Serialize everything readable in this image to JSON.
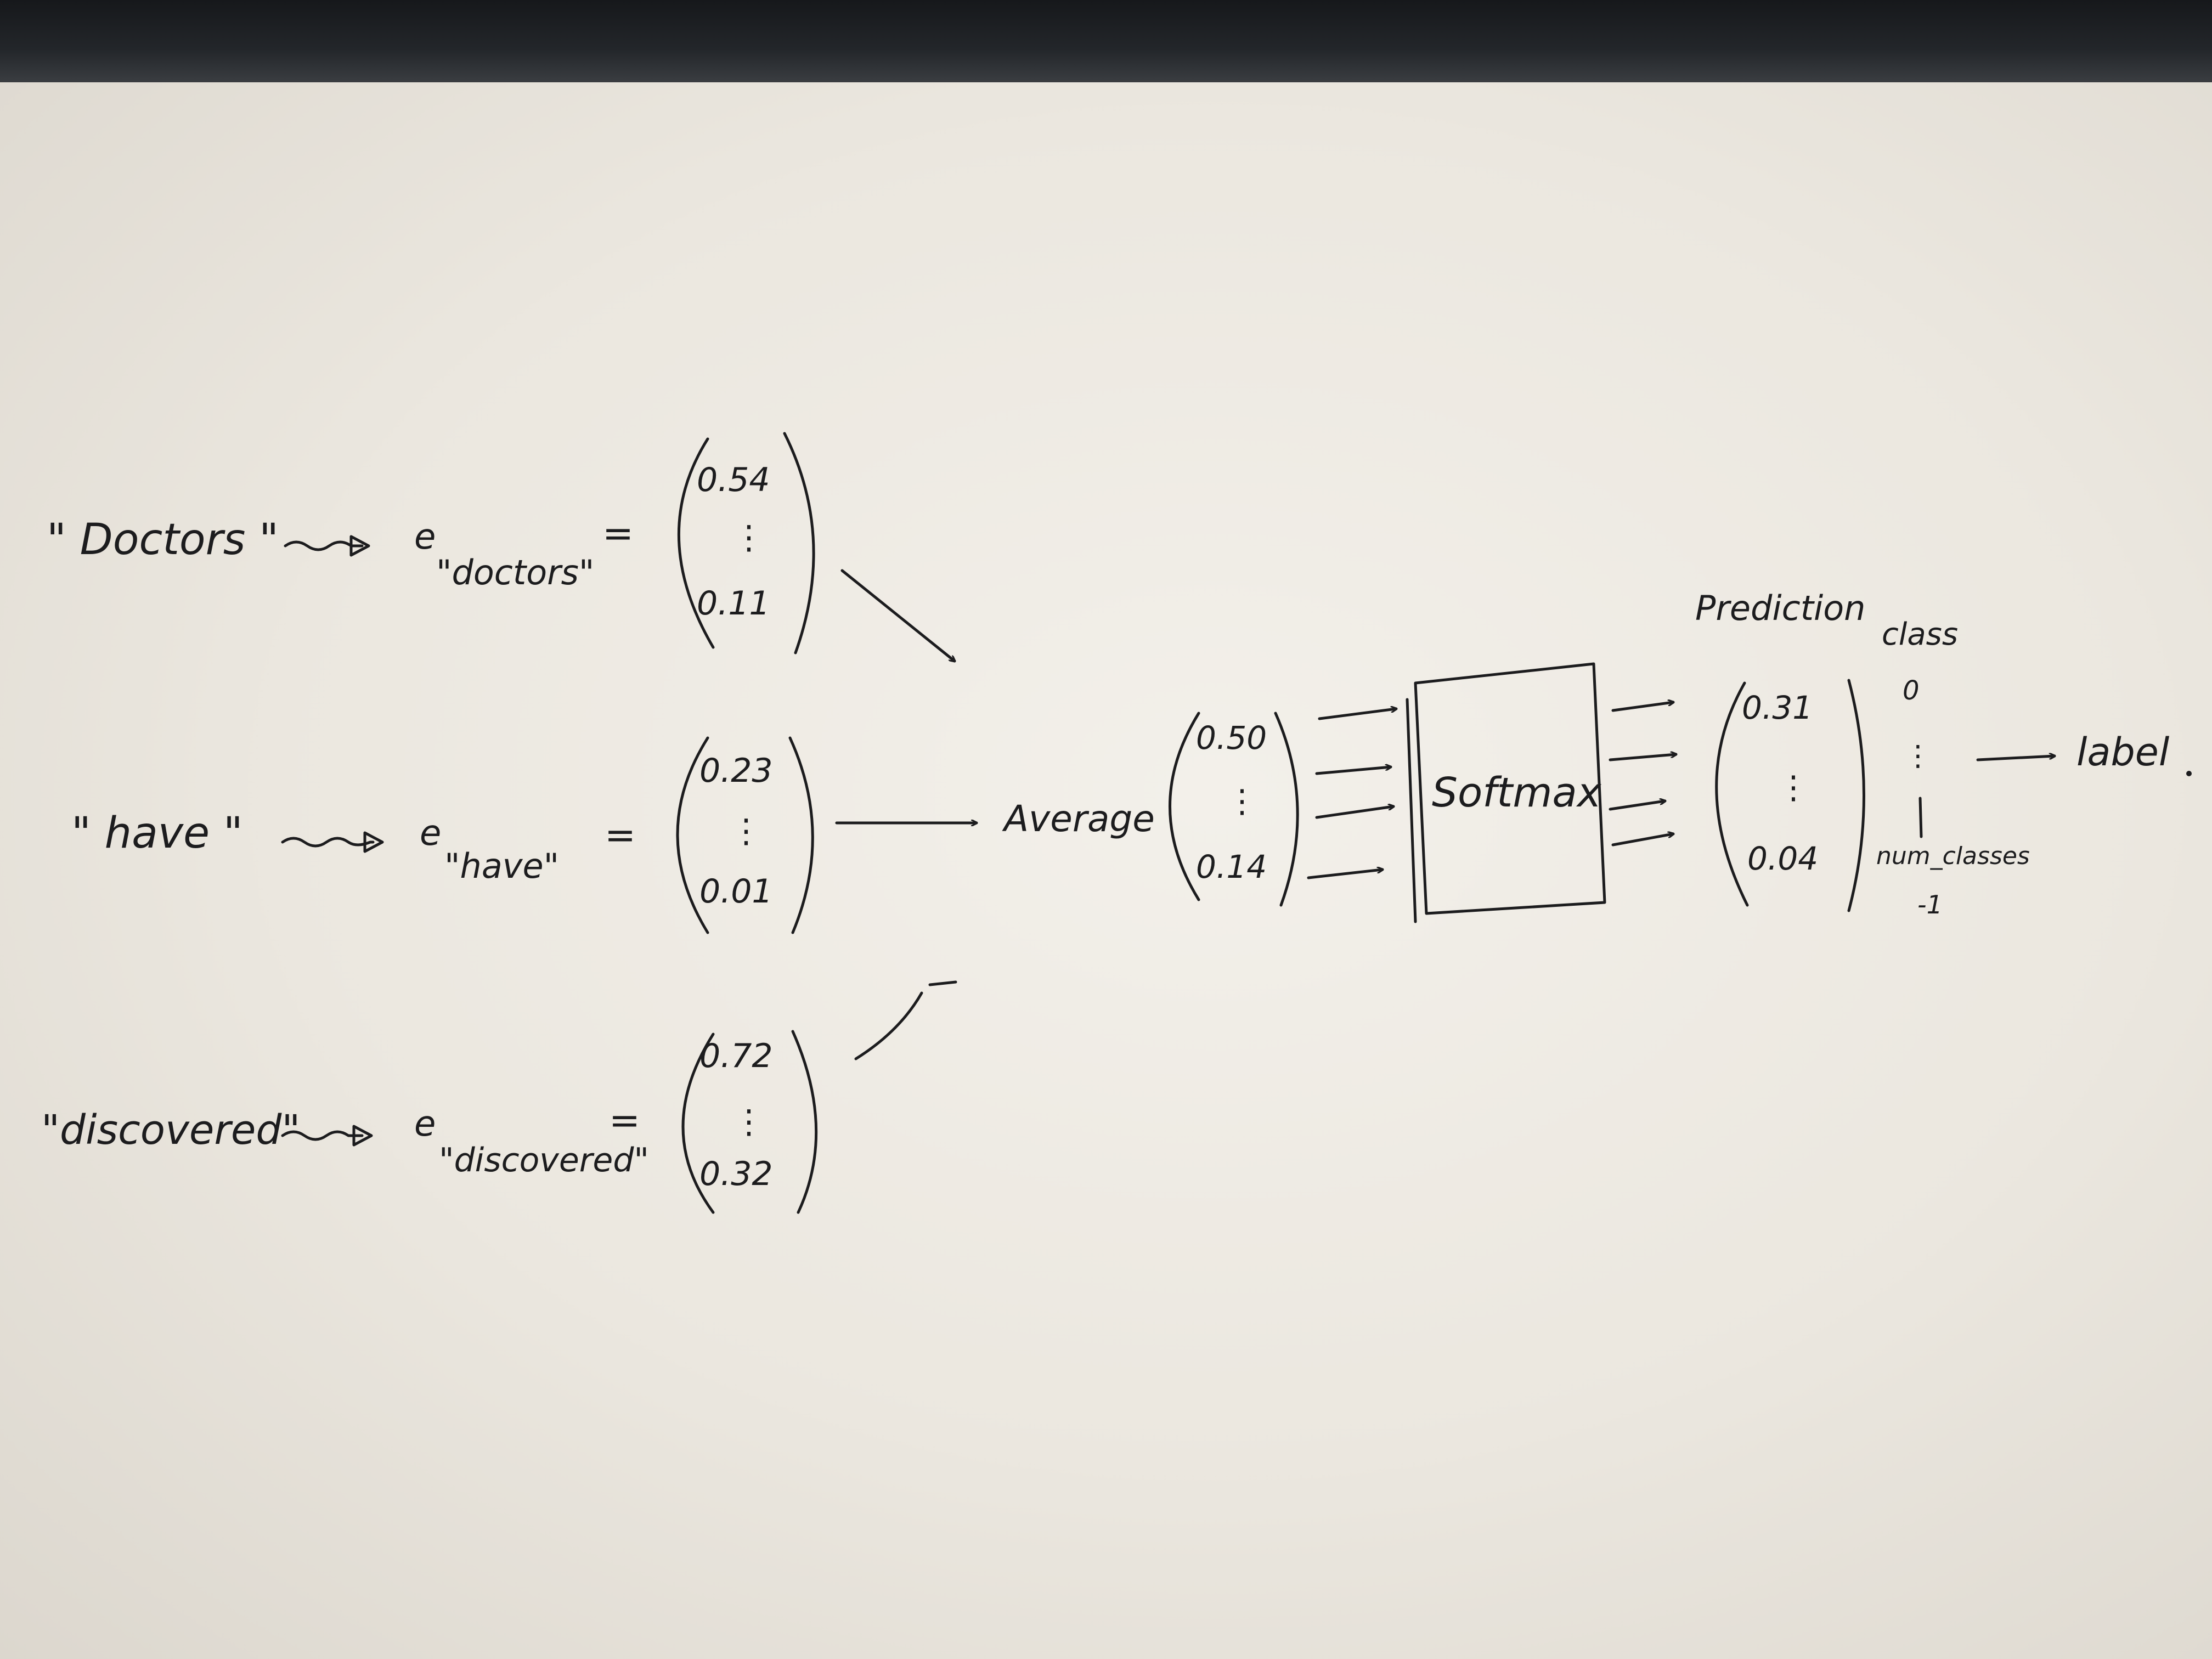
{
  "rows": [
    {
      "word": "\" Doctors \"",
      "embedding_label": "e",
      "embedding_sub": "\"doctors\"",
      "equals": "=",
      "vector_top": "0.54",
      "vector_bottom": "0.11"
    },
    {
      "word": "\" have \"",
      "embedding_label": "e",
      "embedding_sub": "\"have\"",
      "equals": "=",
      "vector_top": "0.23",
      "vector_bottom": "0.01"
    },
    {
      "word": "\"discovered\"",
      "embedding_label": "e",
      "embedding_sub": "\"discovered\"",
      "equals": "=",
      "vector_top": "0.72",
      "vector_bottom": "0.32"
    }
  ],
  "average": {
    "label": "Average",
    "vector_top": "0.50",
    "vector_bottom": "0.14"
  },
  "softmax": {
    "label": "Softmax"
  },
  "prediction": {
    "title": "Prediction",
    "vector_top": "0.31",
    "vector_bottom": "0.04"
  },
  "classes": {
    "title": "class",
    "first": "0",
    "last": "num_classes",
    "last_suffix": "-1"
  },
  "output": {
    "label": "label"
  }
}
